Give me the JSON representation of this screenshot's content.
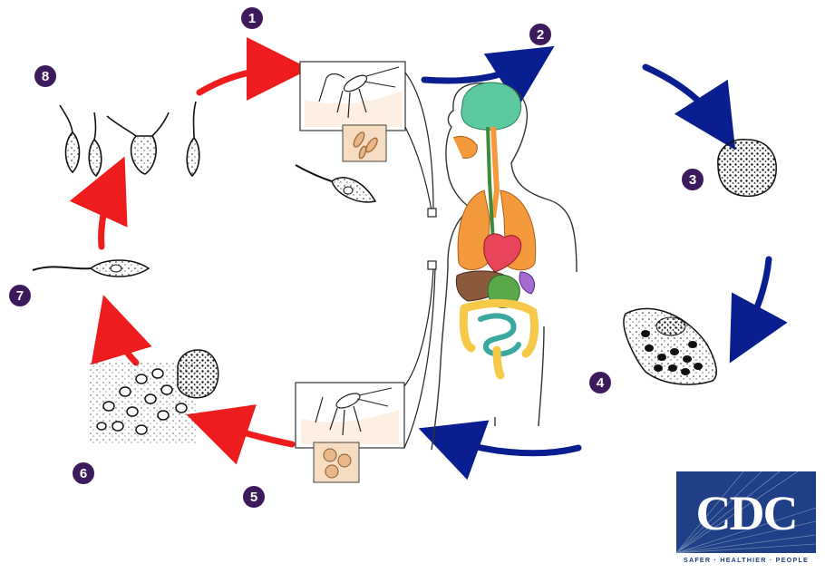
{
  "steps": [
    {
      "label": "1",
      "fill": "#3d1a5c"
    },
    {
      "label": "2",
      "fill": "#3d1a5c"
    },
    {
      "label": "3",
      "fill": "#3d1a5c"
    },
    {
      "label": "4",
      "fill": "#3d1a5c"
    },
    {
      "label": "5",
      "fill": "#3d1a5c"
    },
    {
      "label": "6",
      "fill": "#3d1a5c"
    },
    {
      "label": "7",
      "fill": "#3d1a5c"
    },
    {
      "label": "8",
      "fill": "#3d1a5c"
    }
  ],
  "colors": {
    "host_arrow": "#0a1f8f",
    "vector_arrow": "#ee1c1c",
    "logo_blue": "#1f3f86",
    "brain": "#5dc9a0",
    "lungs": "#f59a3c",
    "heart": "#e8445a",
    "liver": "#8b5a3c",
    "stomach": "#5aa84a",
    "spleen": "#a56bd0",
    "intestine_large": "#f7c948",
    "intestine_small": "#3aa8a0",
    "panel_bg": "#fdf0e2"
  },
  "logo": {
    "name": "CDC",
    "tagline": "SAFER · HEALTHIER · PEOPLE"
  },
  "icons": [
    "sandfly-bite-icon",
    "sandfly-feeding-icon",
    "human-body-icon",
    "macrophage-icon",
    "amastigote-icon",
    "promastigote-icon"
  ]
}
